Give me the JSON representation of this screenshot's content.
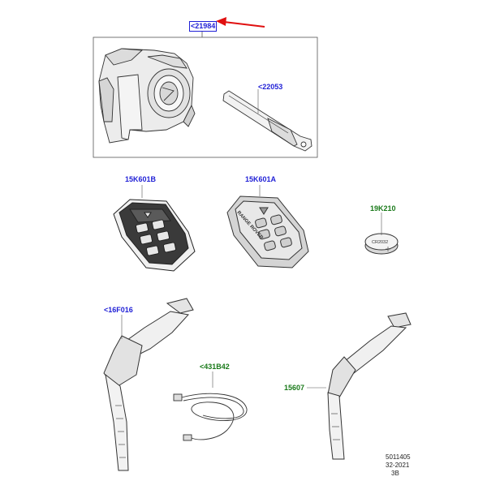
{
  "callouts": {
    "ignition_unit": "<21984",
    "key_blade": "<22053",
    "fob_black": "15K601B",
    "fob_range_rover": "15K601A",
    "battery": "19K210",
    "band_left": "<16F016",
    "usb_cable": "<431B42",
    "band_right": "15607"
  },
  "battery_label": "CR2032",
  "fob_brand_text": "RANGE ROVER",
  "footer": {
    "line1": "5011405",
    "line2": "32-2021",
    "line3": "3B"
  },
  "colors": {
    "blue_callout": "#1f1fd6",
    "green_callout": "#1a7a1a",
    "highlight_arrow": "#e01010"
  }
}
